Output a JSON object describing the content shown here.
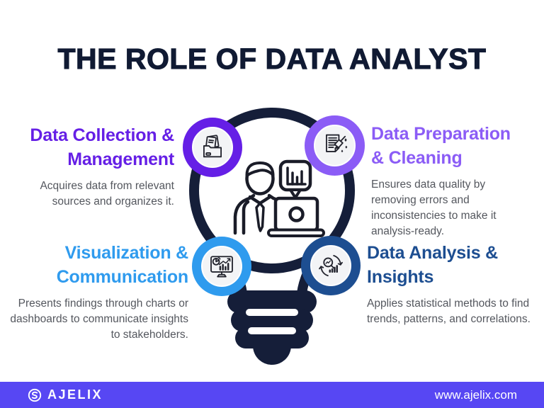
{
  "title": "THE ROLE OF DATA ANALYST",
  "sections": [
    {
      "name": "Data Collection & Management",
      "line1": "Data Collection &",
      "line2": "Management",
      "description": "Acquires data from relevant sources and organizes it.",
      "accent": "#651FE6",
      "icon": "folder-documents-icon"
    },
    {
      "name": "Data Preparation & Cleaning",
      "line1": "Data Preparation",
      "line2": "& Cleaning",
      "description": "Ensures data quality by removing errors and inconsistencies to make it analysis-ready.",
      "accent": "#8B5CF6",
      "icon": "document-cleaning-icon"
    },
    {
      "name": "Visualization & Communication",
      "line1": "Visualization &",
      "line2": "Communication",
      "description": "Presents findings through charts or dashboards to communicate insights to stakeholders.",
      "accent": "#2F9BEE",
      "icon": "monitor-charts-icon"
    },
    {
      "name": "Data Analysis & Insights",
      "line1": "Data Analysis &",
      "line2": "Insights",
      "description": "Applies statistical methods to find trends, patterns, and correlations.",
      "accent": "#1D4E91",
      "icon": "magnifier-chart-icon"
    }
  ],
  "center": {
    "illustration": "data-analyst-with-laptop-inside-lightbulb",
    "icons": [
      "person-laptop-icon",
      "speech-bubble-bar-chart-icon"
    ]
  },
  "footer": {
    "brand": "AJELIX",
    "logo_icon": "ajelix-logo-icon",
    "website": "www.ajelix.com",
    "background": "#5747F3"
  },
  "colors": {
    "background": "#FFFFFF",
    "title": "#101A33",
    "bulb": "#151E39",
    "description_text": "#54575E",
    "badge_inner": "#F3F4F6"
  }
}
